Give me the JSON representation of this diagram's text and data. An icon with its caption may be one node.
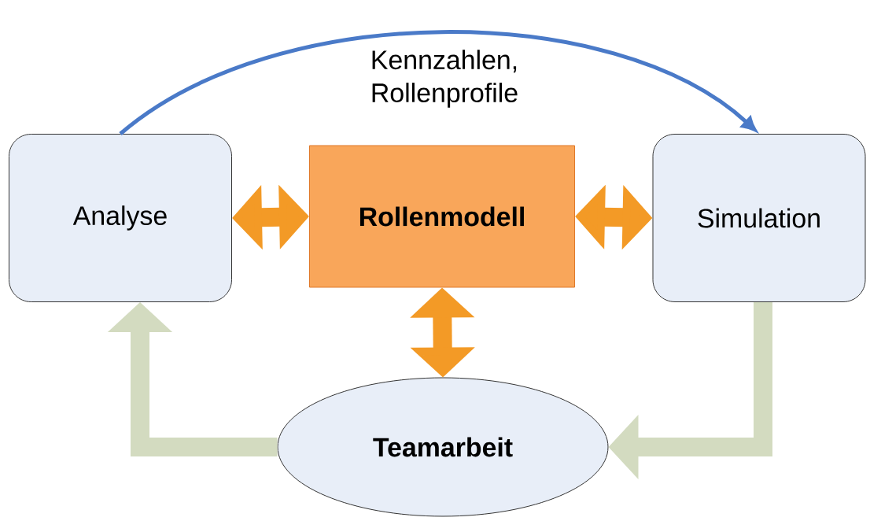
{
  "diagram": {
    "nodes": [
      {
        "text": [
          "Analyse"
        ]
      },
      {
        "text": [
          "Rollenmodell"
        ]
      },
      {
        "text": [
          "Simulation"
        ]
      },
      {
        "text": [
          "Teamarbeit"
        ]
      }
    ],
    "edges": [
      {
        "from": 0,
        "to": 2,
        "arrow": "to",
        "label": "Kennzahlen, Rollenprofile",
        "color": "#4a7ac8"
      },
      {
        "from": 0,
        "to": 1,
        "arrow": "both",
        "color": "#f39a26"
      },
      {
        "from": 1,
        "to": 2,
        "arrow": "both",
        "color": "#f39a26"
      },
      {
        "from": 1,
        "to": 3,
        "arrow": "both",
        "color": "#f39a26"
      },
      {
        "from": 2,
        "to": 3,
        "arrow": "to",
        "color": "#d3dbc0"
      },
      {
        "from": 3,
        "to": 0,
        "arrow": "to",
        "color": "#d3dbc0"
      }
    ]
  }
}
